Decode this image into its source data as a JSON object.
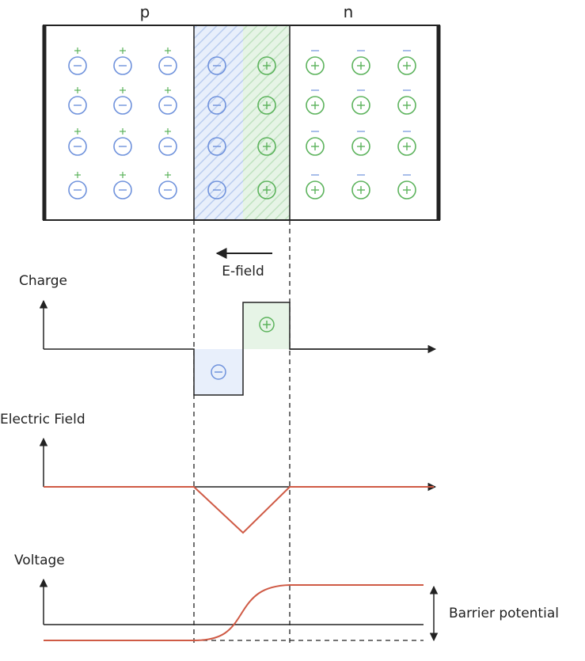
{
  "labels": {
    "p_region": "p",
    "n_region": "n",
    "efield_arrow": "E-field",
    "charge_axis": "Charge",
    "field_axis": "Electric Field",
    "voltage_axis": "Voltage",
    "barrier": "Barrier potential"
  },
  "colors": {
    "negative": "#6f92dc",
    "negative_fill": "#e8effb",
    "positive": "#5cb35c",
    "positive_fill": "#e6f4e6",
    "curve": "#cf5a45",
    "line": "#222222"
  }
}
